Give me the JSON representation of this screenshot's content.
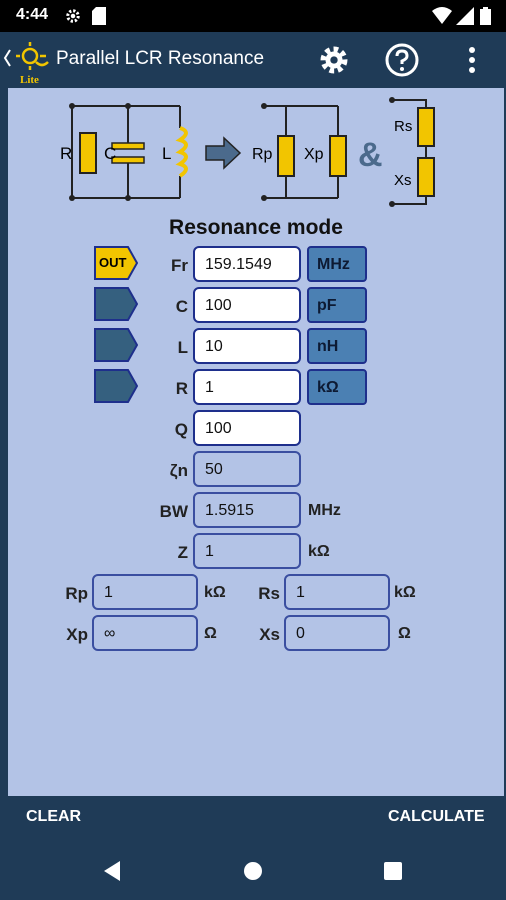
{
  "status": {
    "time": "4:44"
  },
  "app": {
    "title": "Parallel LCR Resonance",
    "logo_text": "Lite"
  },
  "diagram": {
    "label_r": "R",
    "label_c": "C",
    "label_l": "L",
    "label_rp": "Rp",
    "label_xp": "Xp",
    "amp": "&",
    "label_rs": "Rs",
    "label_xs": "Xs"
  },
  "mode_title": "Resonance mode",
  "out_badge": "OUT",
  "rows": [
    {
      "label": "Fr",
      "value": "159.1549",
      "unit": "MHz"
    },
    {
      "label": "C",
      "value": "100",
      "unit": "pF"
    },
    {
      "label": "L",
      "value": "10",
      "unit": "nH"
    },
    {
      "label": "R",
      "value": "1",
      "unit": "kΩ"
    },
    {
      "label": "Q",
      "value": "100",
      "unit": ""
    },
    {
      "label": "ζn",
      "value": "50",
      "unit": ""
    },
    {
      "label": "BW",
      "value": "1.5915",
      "unit": "MHz"
    },
    {
      "label": "Z",
      "value": "1",
      "unit": "kΩ"
    }
  ],
  "series_parallel": {
    "rp": {
      "label": "Rp",
      "value": "1",
      "unit": "kΩ"
    },
    "rs": {
      "label": "Rs",
      "value": "1",
      "unit": "kΩ"
    },
    "xp": {
      "label": "Xp",
      "value": "∞",
      "unit": "Ω"
    },
    "xs": {
      "label": "Xs",
      "value": "0",
      "unit": "Ω"
    }
  },
  "actions": {
    "clear": "CLEAR",
    "calculate": "CALCULATE"
  },
  "colors": {
    "bg": "#1f3b57",
    "panel": "#b3c3e6",
    "unit_btn": "#4b80b3",
    "component": "#f2c500"
  }
}
